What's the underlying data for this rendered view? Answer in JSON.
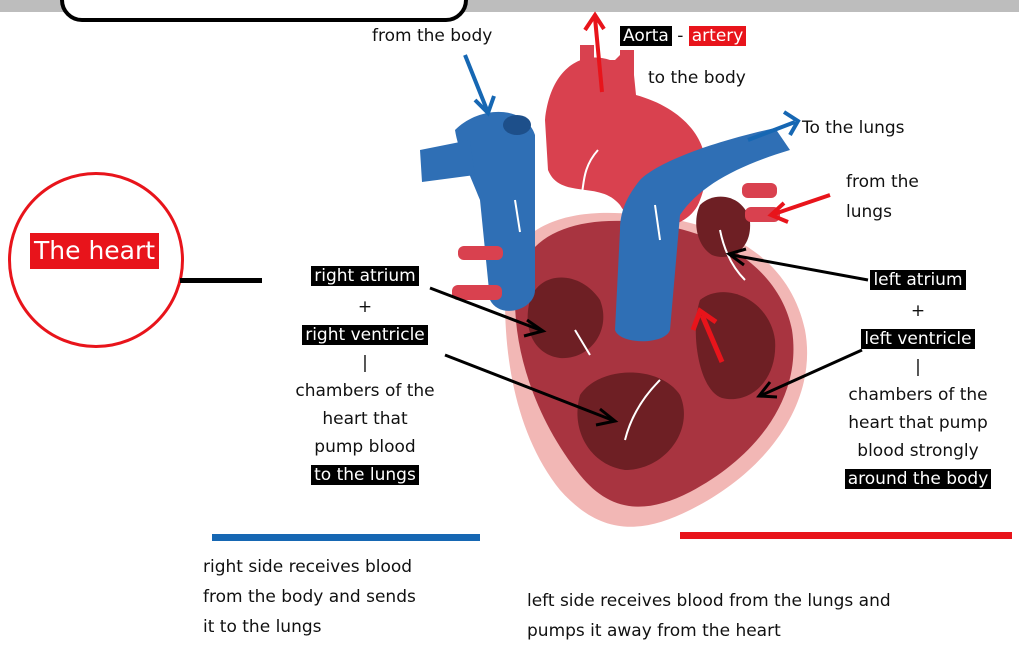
{
  "title": "The heart",
  "labels": {
    "from_body": "from the body",
    "aorta": "Aorta",
    "aorta_dash": " - ",
    "artery": "artery",
    "to_body": "to the body",
    "to_lungs_top": "To the lungs",
    "from_lungs_1": "from the",
    "from_lungs_2": "lungs"
  },
  "right_side": {
    "atrium": "right atrium",
    "plus": "+",
    "ventricle": "right ventricle",
    "bar": "|",
    "desc_1": "chambers of the",
    "desc_2": "heart that",
    "desc_3": "pump blood",
    "desc_4": "to the lungs",
    "summary_1": "right side receives blood",
    "summary_2": "from the body and sends",
    "summary_3": "it to the lungs"
  },
  "left_side": {
    "atrium": "left atrium",
    "plus": "+",
    "ventricle": "left ventricle",
    "bar": "|",
    "desc_1": "chambers of the",
    "desc_2": "heart that pump",
    "desc_3": "blood strongly",
    "desc_4": "around the body",
    "summary_1": "left side receives blood from the lungs and",
    "summary_2": "pumps it away from the heart"
  },
  "colors": {
    "red": "#e8141b",
    "blue": "#1667b3",
    "heart_red": "#d9414f",
    "heart_dark": "#6e1f24",
    "vein_blue": "#2f6fb5"
  }
}
